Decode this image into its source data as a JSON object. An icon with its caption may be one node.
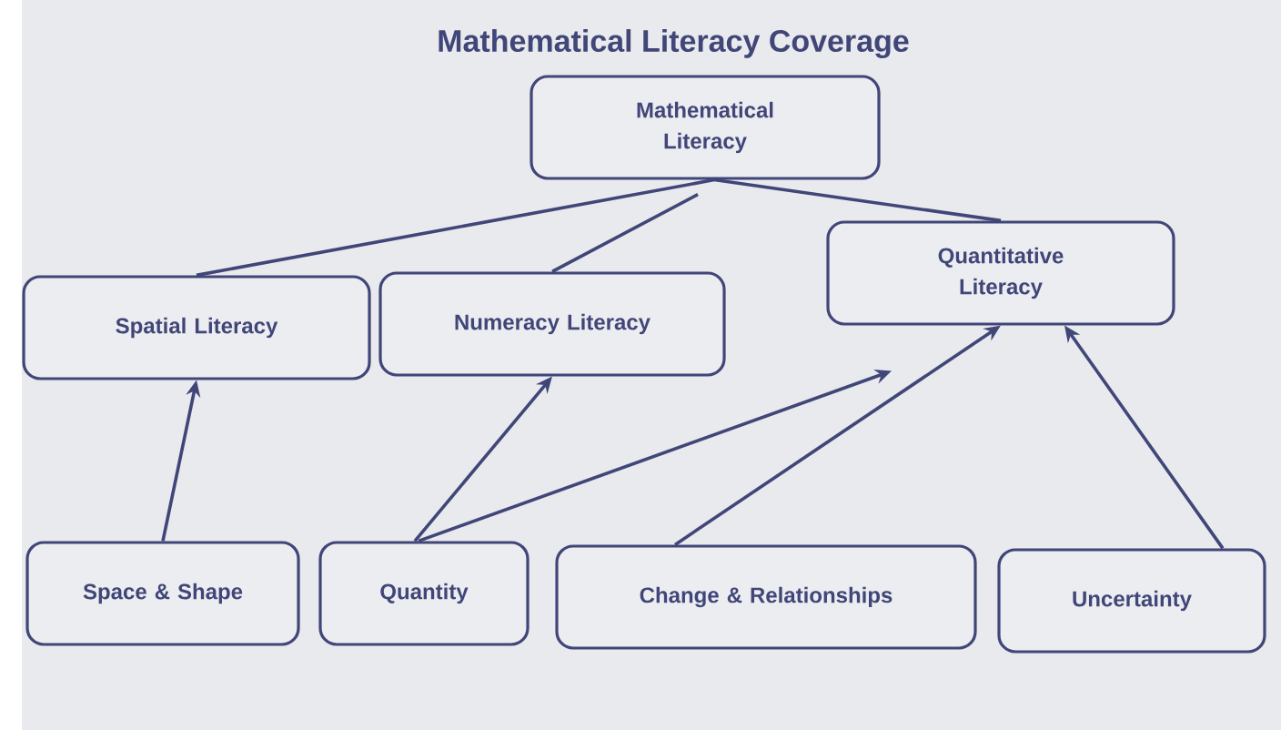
{
  "diagram": {
    "title": "Mathematical Literacy Coverage",
    "nodes": [
      {
        "text": [
          "Mathematical Literacy"
        ]
      },
      {
        "text": [
          "Spatial Literacy"
        ]
      },
      {
        "text": [
          "Numeracy Literacy"
        ]
      },
      {
        "text": [
          "Quantitative Literacy"
        ]
      },
      {
        "text": [
          "Space & Shape"
        ]
      },
      {
        "text": [
          "Quantity"
        ]
      },
      {
        "text": [
          "Change & Relationships"
        ]
      },
      {
        "text": [
          "Uncertainty"
        ]
      }
    ],
    "edges": [
      {
        "from": 0,
        "to": 1,
        "arrow": "none"
      },
      {
        "from": 0,
        "to": 2,
        "arrow": "none"
      },
      {
        "from": 0,
        "to": 3,
        "arrow": "none"
      },
      {
        "from": 4,
        "to": 1,
        "arrow": "to"
      },
      {
        "from": 5,
        "to": 2,
        "arrow": "to"
      },
      {
        "from": 5,
        "to": 3,
        "arrow": "to"
      },
      {
        "from": 6,
        "to": 3,
        "arrow": "to"
      },
      {
        "from": 7,
        "to": 3,
        "arrow": "to"
      }
    ]
  }
}
